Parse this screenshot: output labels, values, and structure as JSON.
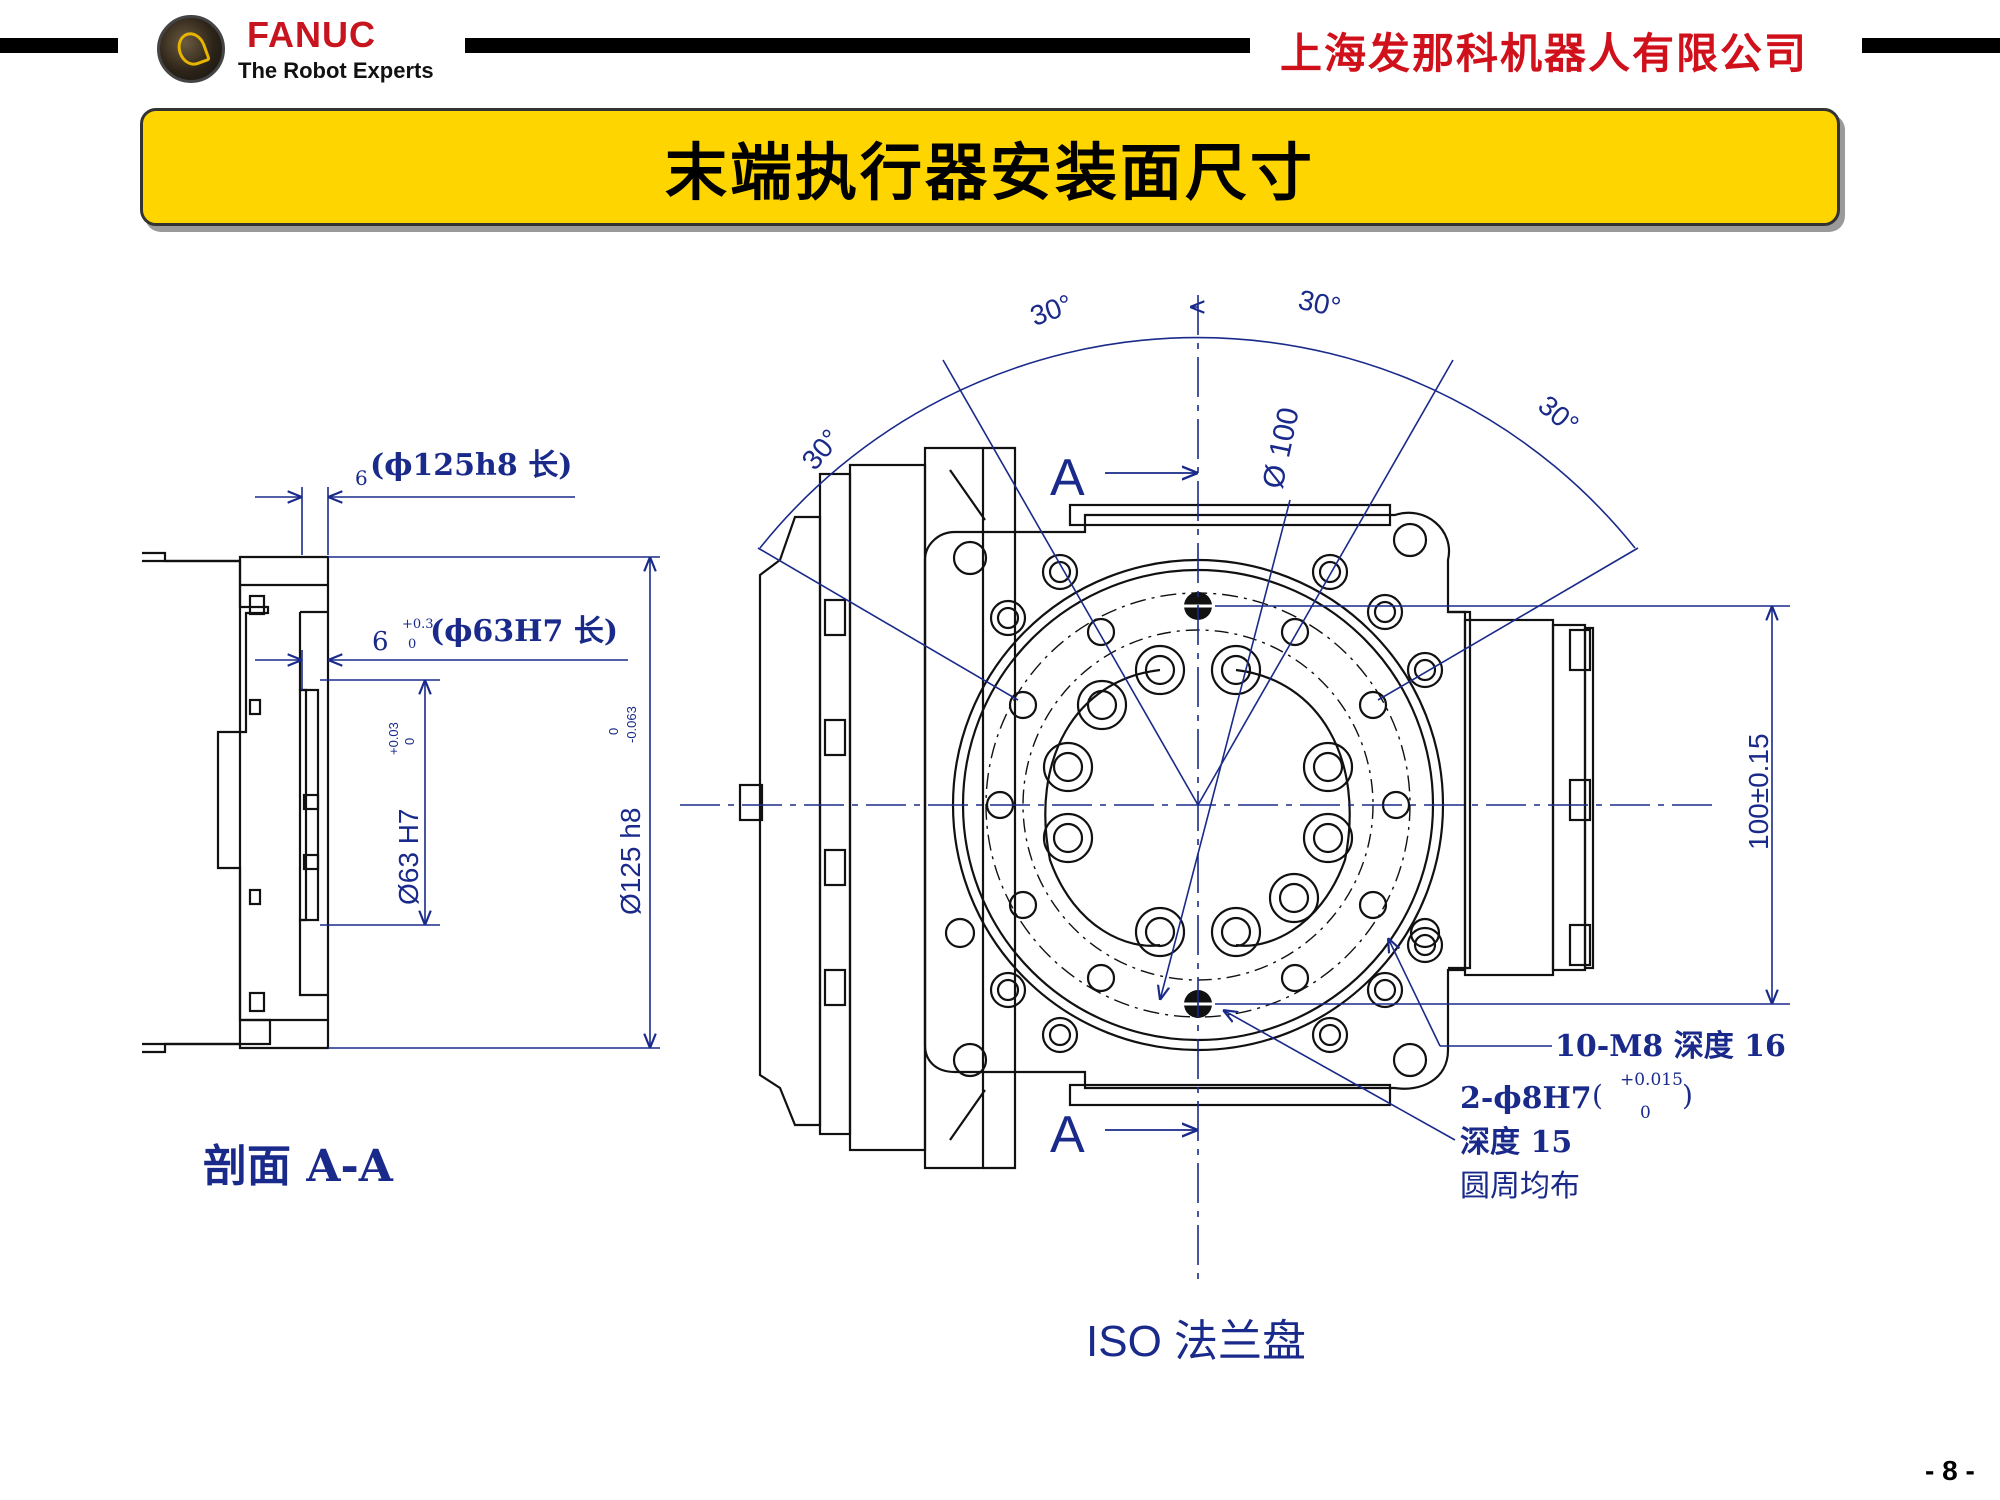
{
  "header": {
    "logo_brand": "FANUC",
    "logo_tagline": "The Robot Experts",
    "company_name": "上海发那科机器人有限公司"
  },
  "title": "末端执行器安装面尺寸",
  "section_view": {
    "caption": "剖面 A-A",
    "dim_top_outer": "6(ϕ125h8 长)",
    "dim_top_outer_sub": "6",
    "dim_top_outer_text": "(ϕ125h8 长)",
    "dim_inner_value": "6",
    "dim_inner_tol_upper": "+0.3",
    "dim_inner_tol_lower": "0",
    "dim_inner_text": "(ϕ63H7 长)",
    "dia63_label": "Ø63 H7",
    "dia63_tol_upper": "+0.03",
    "dia63_tol_lower": "0",
    "dia125_label": "Ø125 h8",
    "dia125_tol_upper": "0",
    "dia125_tol_lower": "-0.063"
  },
  "front_view": {
    "angle_labels": [
      "30°",
      "30°",
      "30°",
      "30°"
    ],
    "diameter_label": "Ø 100",
    "section_marker": "A",
    "dim_vertical": "100±0.15",
    "callout_bolts": "10-M8 深度 16",
    "callout_pins_line1": "2-ϕ8H7",
    "callout_pins_tol_upper": "+0.015",
    "callout_pins_tol_lower": "0",
    "callout_pins_line2": "深度 15",
    "callout_pins_line3": "圆周均布",
    "caption": "ISO 法兰盘"
  },
  "page_number": "- 8 -",
  "colors": {
    "brand_red": "#c8141e",
    "banner_yellow": "#ffd500",
    "drawing_blue": "#1a2a8a",
    "line_black": "#111111"
  }
}
